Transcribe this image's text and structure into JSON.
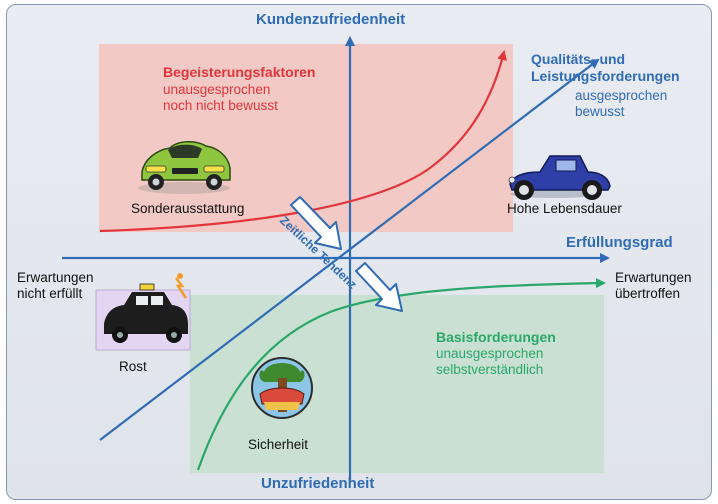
{
  "axes": {
    "y_top": "Kundenzufriedenheit",
    "y_bottom": "Unzufriedenheit",
    "x_right": "Erfüllungsgrad"
  },
  "x_left_label": [
    "Erwartungen",
    "nicht erfüllt"
  ],
  "x_right_label": [
    "Erwartungen",
    "übertroffen"
  ],
  "excitement": {
    "title": "Begeisterungsfaktoren",
    "lines": [
      "unausgesprochen",
      "noch nicht bewusst"
    ],
    "example": "Sonderausstattung",
    "color": "#e2353c",
    "fill": "#f2c9c4",
    "icon": "sports-car-icon"
  },
  "performance": {
    "title": [
      "Qualitäts- und",
      "Leistungsforderungen"
    ],
    "lines": [
      "ausgesprochen",
      "bewusst"
    ],
    "example": "Hohe Lebensdauer",
    "color": "#2f6cb5",
    "icon": "vintage-car-icon"
  },
  "basic": {
    "title": "Basisforderungen",
    "lines": [
      "unausgesprochen",
      "selbstverständlich"
    ],
    "example": "Sicherheit",
    "color": "#2aa76a",
    "fill": "#c9e0d3",
    "icon": "crash-tree-icon"
  },
  "rust": {
    "example": "Rost",
    "icon": "rusty-taxi-icon"
  },
  "trend": {
    "label": "Zeitliche Tendenz"
  }
}
